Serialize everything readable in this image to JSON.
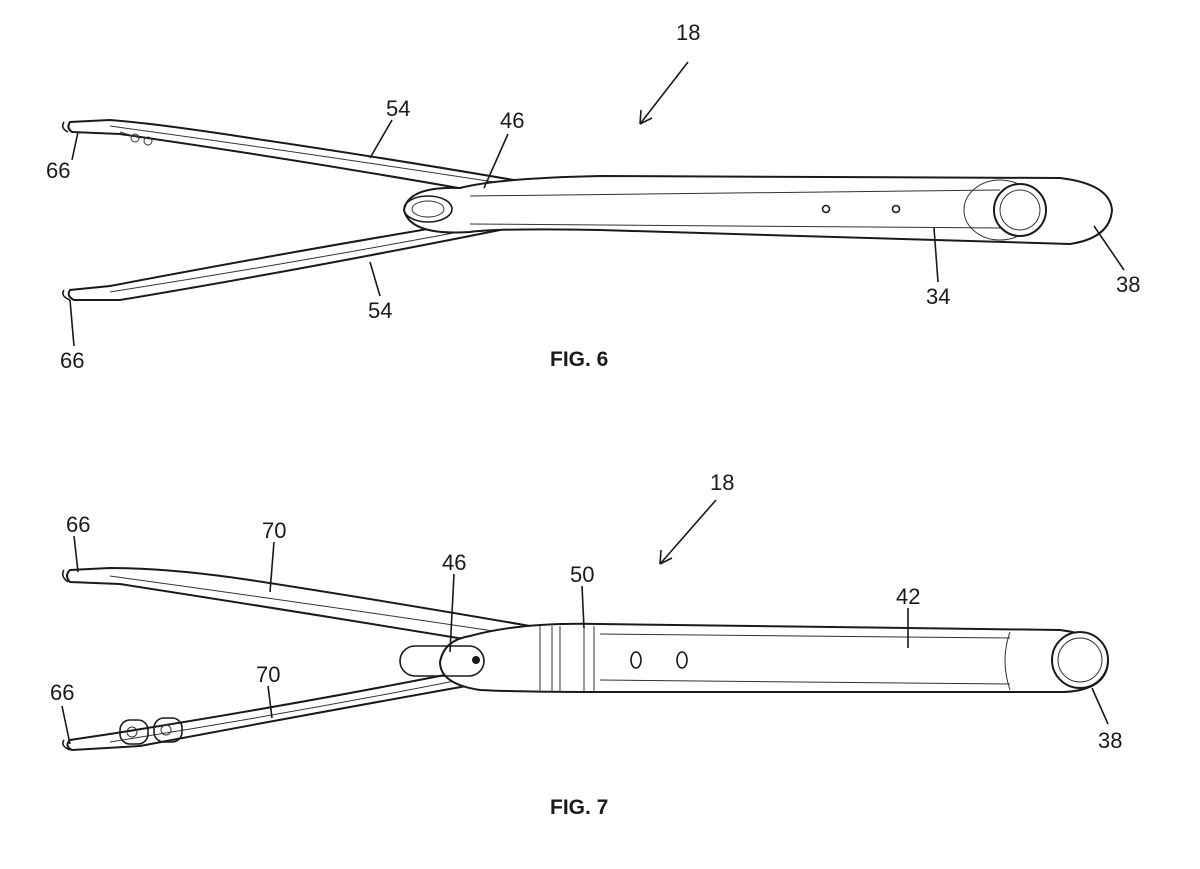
{
  "figures": [
    {
      "caption": "FIG. 6",
      "labels": {
        "assembly": "18",
        "arm_upper": "54",
        "arm_lower": "54",
        "slot": "46",
        "tip_upper": "66",
        "tip_lower": "66",
        "shaft": "34",
        "end": "38"
      }
    },
    {
      "caption": "FIG. 7",
      "labels": {
        "assembly": "18",
        "tip_upper": "66",
        "tip_lower": "66",
        "arm_upper": "70",
        "arm_lower": "70",
        "slot": "46",
        "joint": "50",
        "shaft": "42",
        "end": "38"
      }
    }
  ]
}
